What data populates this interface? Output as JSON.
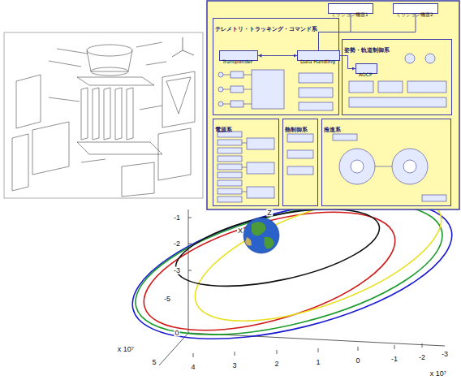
{
  "diagram": {
    "nodes": [
      {
        "text": [
          "ミッション機器1"
        ]
      },
      {
        "text": [
          "ミッション機器2"
        ]
      },
      {
        "text": [
          "テレメトリ・トラッキング・コマンド系"
        ]
      },
      {
        "text": [
          "Transponder"
        ],
        "in": 2
      },
      {
        "text": [
          "Data Handling"
        ],
        "in": 2
      },
      {
        "text": [
          "姿勢・軌道制御系"
        ]
      },
      {
        "text": [
          "AOCP"
        ],
        "in": 5
      },
      {
        "text": [
          "電源系"
        ]
      },
      {
        "text": [
          "熱制御系"
        ]
      },
      {
        "text": [
          "推進系"
        ]
      }
    ],
    "edges": [
      {
        "from": 0,
        "to": 4,
        "arrow": "none"
      },
      {
        "from": 1,
        "to": 4,
        "arrow": "none"
      },
      {
        "from": 3,
        "to": 4,
        "arrow": "both"
      },
      {
        "from": 4,
        "to": 6,
        "arrow": "to"
      }
    ],
    "labels": [
      "-1",
      "-2",
      "-3",
      "-5",
      "0",
      "5",
      "x 10⁷",
      "4",
      "3",
      "2",
      "1",
      "0",
      "-1",
      "-2",
      "-3",
      "x 10⁷",
      "Z",
      "X"
    ]
  }
}
